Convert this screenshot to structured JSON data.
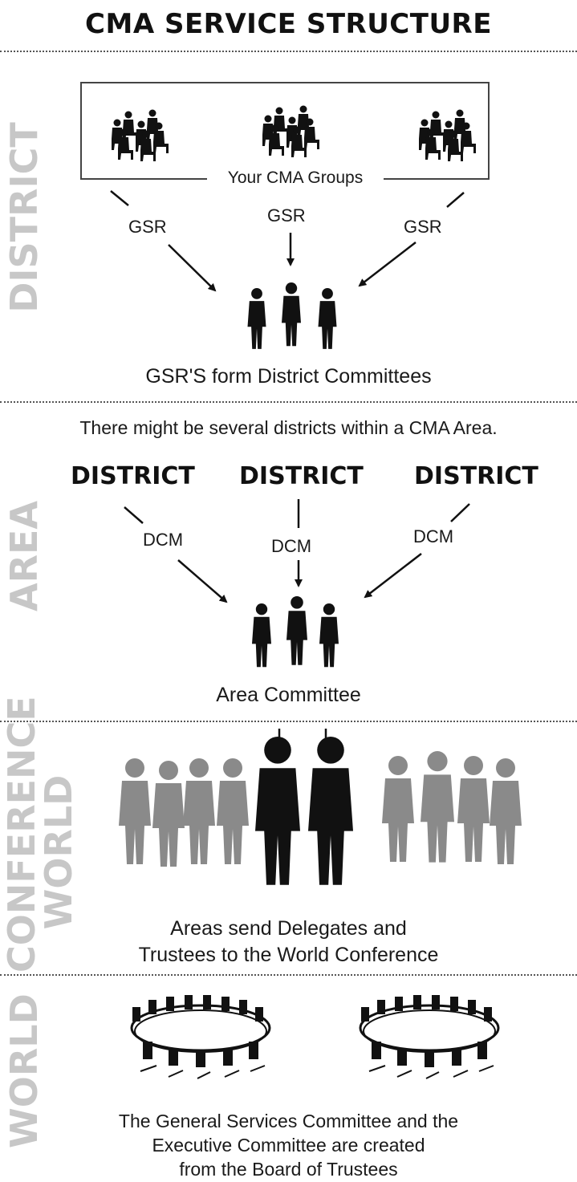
{
  "title": "CMA SERVICE STRUCTURE",
  "sections": {
    "district": {
      "side_label": "DISTRICT",
      "groups_label": "Your CMA Groups",
      "gsr_labels": [
        "GSR",
        "GSR",
        "GSR"
      ],
      "caption": "GSR'S form District Committees"
    },
    "area": {
      "side_label": "AREA",
      "intro": "There might be several districts within a CMA Area.",
      "district_headings": [
        "DISTRICT",
        "DISTRICT",
        "DISTRICT"
      ],
      "dcm_labels": [
        "DCM",
        "DCM",
        "DCM"
      ],
      "caption": "Area Committee"
    },
    "world_conference": {
      "side_label_line1": "WORLD",
      "side_label_line2": "CONFERENCE",
      "caption_line1": "Areas send Delegates and",
      "caption_line2": "Trustees to the World Conference"
    },
    "world": {
      "side_label": "WORLD",
      "caption_line1": "The General Services Committee and the",
      "caption_line2": "Executive Committee are created",
      "caption_line3": "from the Board of Trustees"
    }
  },
  "colors": {
    "ink": "#111111",
    "side_label": "#c7c7c7",
    "silhouette_gray": "#8a8a8a"
  }
}
